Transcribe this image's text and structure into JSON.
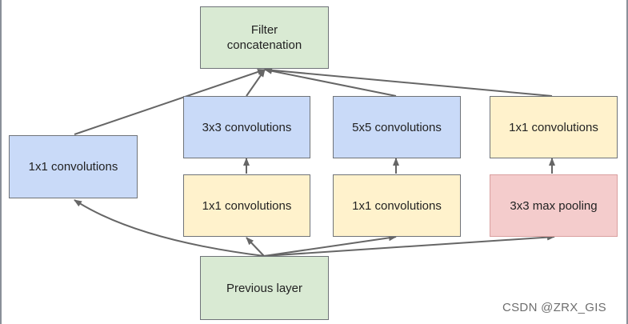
{
  "diagram": {
    "nodes": {
      "filter_concat": "Filter\nconcatenation",
      "conv1_left": "1x1 convolutions",
      "conv3": "3x3 convolutions",
      "conv5": "5x5 convolutions",
      "conv1_top_right": "1x1 convolutions",
      "conv1_reduce_3": "1x1 convolutions",
      "conv1_reduce_5": "1x1 convolutions",
      "maxpool": "3x3 max pooling",
      "previous_layer": "Previous layer"
    },
    "edges": [
      [
        "previous_layer",
        "conv1_left"
      ],
      [
        "previous_layer",
        "conv1_reduce_3"
      ],
      [
        "previous_layer",
        "conv1_reduce_5"
      ],
      [
        "previous_layer",
        "maxpool"
      ],
      [
        "conv1_reduce_3",
        "conv3"
      ],
      [
        "conv1_reduce_5",
        "conv5"
      ],
      [
        "maxpool",
        "conv1_top_right"
      ],
      [
        "conv1_left",
        "filter_concat"
      ],
      [
        "conv3",
        "filter_concat"
      ],
      [
        "conv5",
        "filter_concat"
      ],
      [
        "conv1_top_right",
        "filter_concat"
      ]
    ],
    "colors": {
      "green": "#d9ead3",
      "blue": "#c9daf8",
      "yellow": "#fff2cc",
      "red": "#f4cccc",
      "arrow": "#666666"
    }
  },
  "watermark": "CSDN @ZRX_GIS"
}
